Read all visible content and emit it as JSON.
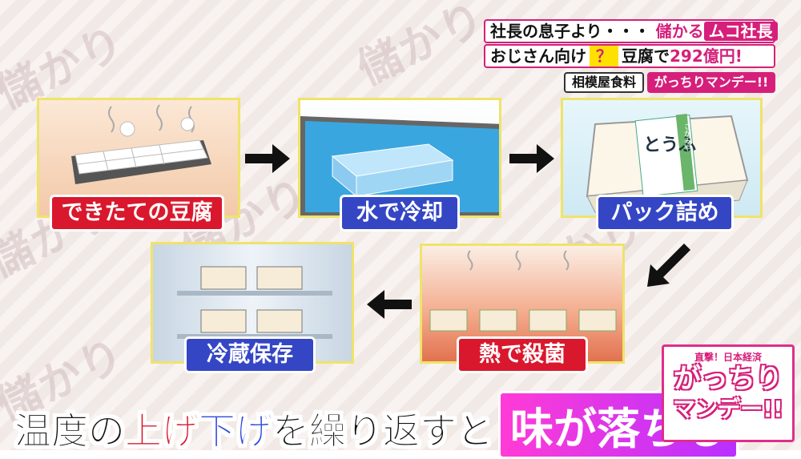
{
  "banner": {
    "line1_left": "社長の息子より・・・",
    "line1_right": "儲かる",
    "line1_highlight": "ムコ社長",
    "line2_a": "おじさん向け",
    "line2_q": "？",
    "line2_b": "豆腐で",
    "line2_num": "292億円!",
    "company": "相模屋食料",
    "show": "がっちりマンデー!!"
  },
  "steps": {
    "s1": "できたての豆腐",
    "s2": "水で冷却",
    "s3": "パック詰め",
    "s4": "熱で殺菌",
    "s5": "冷蔵保存"
  },
  "package_text": "とうふ",
  "package_sub": "さがみや",
  "caption": {
    "p1": "温度の",
    "p2": "上げ",
    "p3": "下げ",
    "p4": "を繰り返すと",
    "p5": "味が落ちる"
  },
  "logo": {
    "small": "直撃！日本経済",
    "line1": "がっちり",
    "line2": "マンデー!!"
  },
  "watermark": "儲かり",
  "colors": {
    "accent": "#d61f7a",
    "red": "#d9182d",
    "blue": "#3546c4",
    "frame": "#efe36a"
  }
}
